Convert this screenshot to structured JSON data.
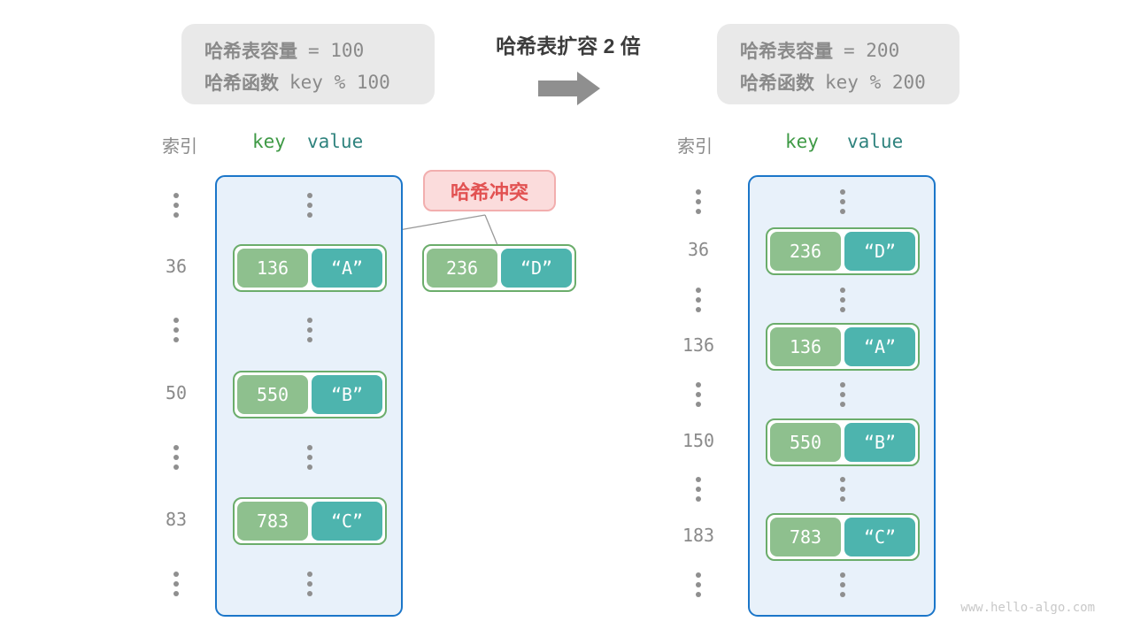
{
  "title": "哈希表扩容 2 倍",
  "before_box": {
    "label_capacity": "哈希表容量",
    "value_capacity": "= 100",
    "label_function": "哈希函数",
    "value_function": "key % 100"
  },
  "after_box": {
    "label_capacity": "哈希表容量",
    "value_capacity": "= 200",
    "label_function": "哈希函数",
    "value_function": "key % 200"
  },
  "left_table": {
    "index_header": "索引",
    "key_header": "key",
    "value_header": "value",
    "entries": [
      {
        "index": "36",
        "key": "136",
        "value": "“A”"
      },
      {
        "index": "50",
        "key": "550",
        "value": "“B”"
      },
      {
        "index": "83",
        "key": "783",
        "value": "“C”"
      }
    ]
  },
  "right_table": {
    "index_header": "索引",
    "key_header": "key",
    "value_header": "value",
    "entries": [
      {
        "index": "36",
        "key": "236",
        "value": "“D”"
      },
      {
        "index": "136",
        "key": "136",
        "value": "“A”"
      },
      {
        "index": "150",
        "key": "550",
        "value": "“B”"
      },
      {
        "index": "183",
        "key": "783",
        "value": "“C”"
      }
    ]
  },
  "collision": {
    "label": "哈希冲突",
    "key": "236",
    "value": "“D”"
  },
  "watermark": "www.hello-algo.com",
  "colors": {
    "key_green": "#8EC08E",
    "value_teal": "#4DB4AE",
    "node_border_green": "#6BAD6B",
    "container_fill": "#E8F1FA",
    "container_border": "#1B76C9",
    "collision_text": "#E25252",
    "collision_fill": "#FBDCDC",
    "gray_box_fill": "#E9E9E9",
    "gray_text": "#8A8A8A",
    "arrow_gray": "#8F8F8F"
  }
}
